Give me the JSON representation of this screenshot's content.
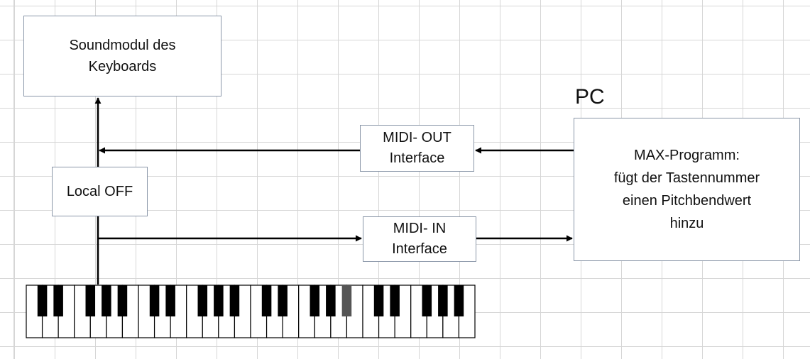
{
  "boxes": {
    "soundmodul": "Soundmodul des\nKeyboards",
    "local_off": "Local OFF",
    "midi_out": "MIDI- OUT\nInterface",
    "midi_in": "MIDI- IN\nInterface",
    "pc_program": "MAX-Programm:\nfügt der Tastennummer\neinen Pitchbendwert\nhinzu"
  },
  "pc_label": "PC",
  "colors": {
    "box_border": "#8a96a8",
    "wire": "#000000",
    "grid": "#d6d6d6",
    "highlighted_key": "#555555"
  },
  "keyboard": {
    "white_key_count": 28,
    "highlighted_black_key_index": 14
  }
}
